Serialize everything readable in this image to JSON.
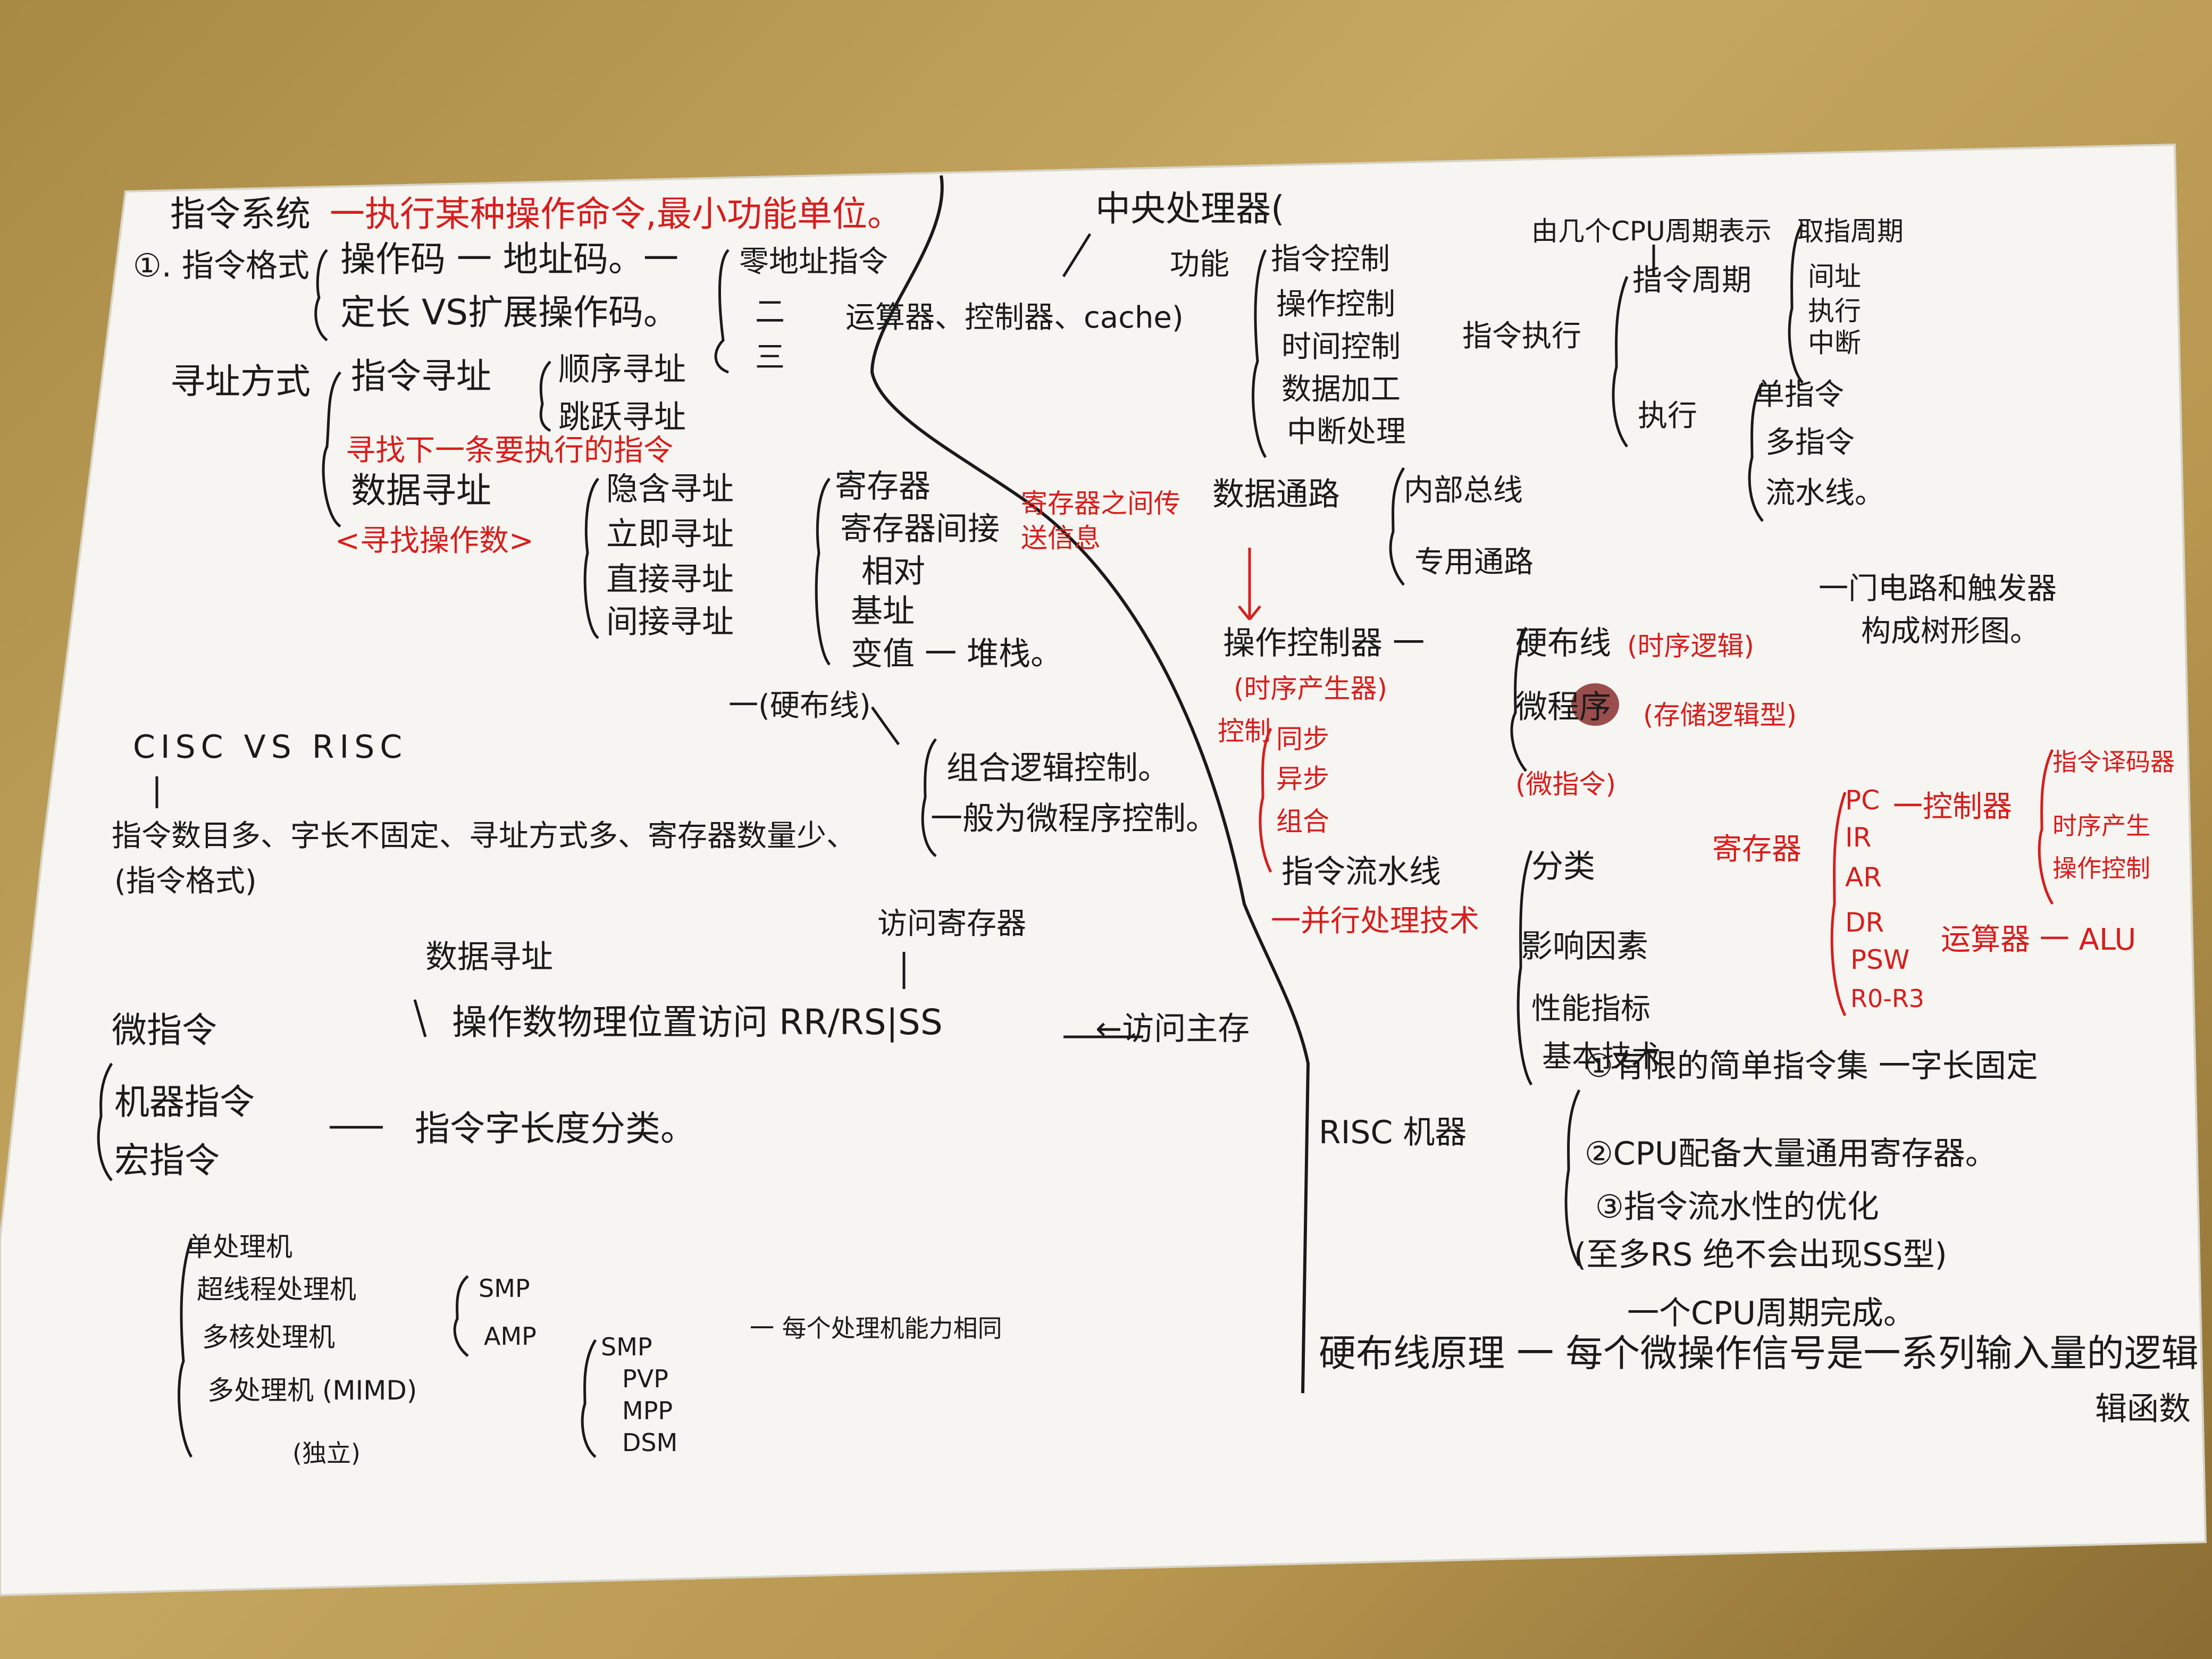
{
  "colors": {
    "paper": "#f6f5f1",
    "ink": "#1a1a1a",
    "red_ink": "#d81d1d",
    "table": "#b99a52"
  },
  "left_top": {
    "title": "指令系统",
    "title_def": "一执行某种操作命令,最小功能单位。",
    "format_label": "①. 指令格式",
    "format_1": "操作码 一 地址码。一",
    "format_2": "定长 VS扩展操作码。",
    "addr_count": [
      "零地址指令",
      "二",
      "三"
    ],
    "addressing_label": "寻址方式",
    "instr_addr": "指令寻址",
    "seq_addr": "顺序寻址",
    "jump_addr": "跳跃寻址",
    "instr_addr_note": "寻找下一条要执行的指令",
    "data_addr": "数据寻址",
    "data_addr_note": "<寻找操作数>",
    "data_modes_1": [
      "隐含寻址",
      "立即寻址",
      "直接寻址",
      "间接寻址"
    ],
    "data_modes_2": [
      "寄存器",
      "寄存器间接",
      "相对",
      "基址",
      "变值 一 堆栈。"
    ],
    "hardwired_note": "一(硬布线)"
  },
  "cisc": {
    "title": "CISC  VS  RISC",
    "desc": "指令数目多、字长不固定、寻址方式多、寄存器数量少、",
    "desc_2": "(指令格式)",
    "ctrl_1": "组合逻辑控制。",
    "ctrl_2": "一般为微程序控制。"
  },
  "middle": {
    "data_addr": "数据寻址",
    "access_reg": "访问寄存器",
    "operand": "操作数物理位置访问 RR/RS|SS",
    "access_mem": "←访问主存"
  },
  "micro": {
    "items": [
      "微指令",
      "机器指令",
      "宏指令"
    ],
    "length_cls": "指令字长度分类。"
  },
  "multiproc": {
    "items": [
      "单处理机",
      "超线程处理机",
      "多核处理机",
      "多处理机 (MIMD)"
    ],
    "independent": "(独立)",
    "sub": [
      "SMP",
      "AMP"
    ],
    "sub_2": [
      "SMP",
      "PVP",
      "MPP",
      "DSM"
    ],
    "note": "一 每个处理机能力相同"
  },
  "cpu": {
    "title": "中央处理器(",
    "components": "运算器、控制器、cache)",
    "func_label": "功能",
    "functions": [
      "指令控制",
      "操作控制",
      "时间控制",
      "数据加工",
      "中断处理"
    ],
    "cycle_note": "由几个CPU周期表示",
    "exec_label": "指令执行",
    "cycle_label": "指令周期",
    "cycles": [
      "取指周期",
      "间址",
      "执行",
      "中断"
    ],
    "exec_label_2": "执行",
    "exec_modes": [
      "单指令",
      "多指令",
      "流水线。"
    ],
    "reg_transfer": "寄存器之间传送信息",
    "datapath": "数据通路",
    "datapath_modes": [
      "内部总线",
      "专用通路"
    ],
    "ctrl_unit": "操作控制器 一",
    "ctrl_unit_note": "(时序产生器)",
    "hardwired": "硬布线",
    "hardwired_note": "(时序逻辑)",
    "hardwired_desc_1": "一门电路和触发器",
    "hardwired_desc_2": "构成树形图。",
    "microprog": "微程序",
    "microprog_note": "(存储逻辑型)",
    "microprog_sub": "(微指令)",
    "ctrl_signals": [
      "控制",
      "同步",
      "异步",
      "组合"
    ],
    "registers": "寄存器",
    "reg_list": [
      "PC",
      "IR",
      "AR",
      "DR",
      "PSW",
      "R0-R3"
    ],
    "ctrl_label": "一控制器",
    "ctrl_parts": [
      "指令译码器",
      "时序产生",
      "操作控制"
    ],
    "alu_label": "运算器 一 ALU",
    "pipeline": "指令流水线",
    "pipeline_note": "一并行处理技术",
    "pipeline_items": [
      "分类",
      "影响因素",
      "性能指标",
      "基本技术"
    ],
    "risc_label": "RISC 机器",
    "risc_items": [
      "①有限的简单指令集 一字长固定",
      "②CPU配备大量通用寄存器。",
      "③指令流水性的优化",
      "(至多RS 绝不会出现SS型)",
      "一个CPU周期完成。"
    ],
    "hardwired_principle": "硬布线原理 一 每个微操作信号是一系列输入量的逻辑",
    "hardwired_principle_2": "辑函数"
  }
}
